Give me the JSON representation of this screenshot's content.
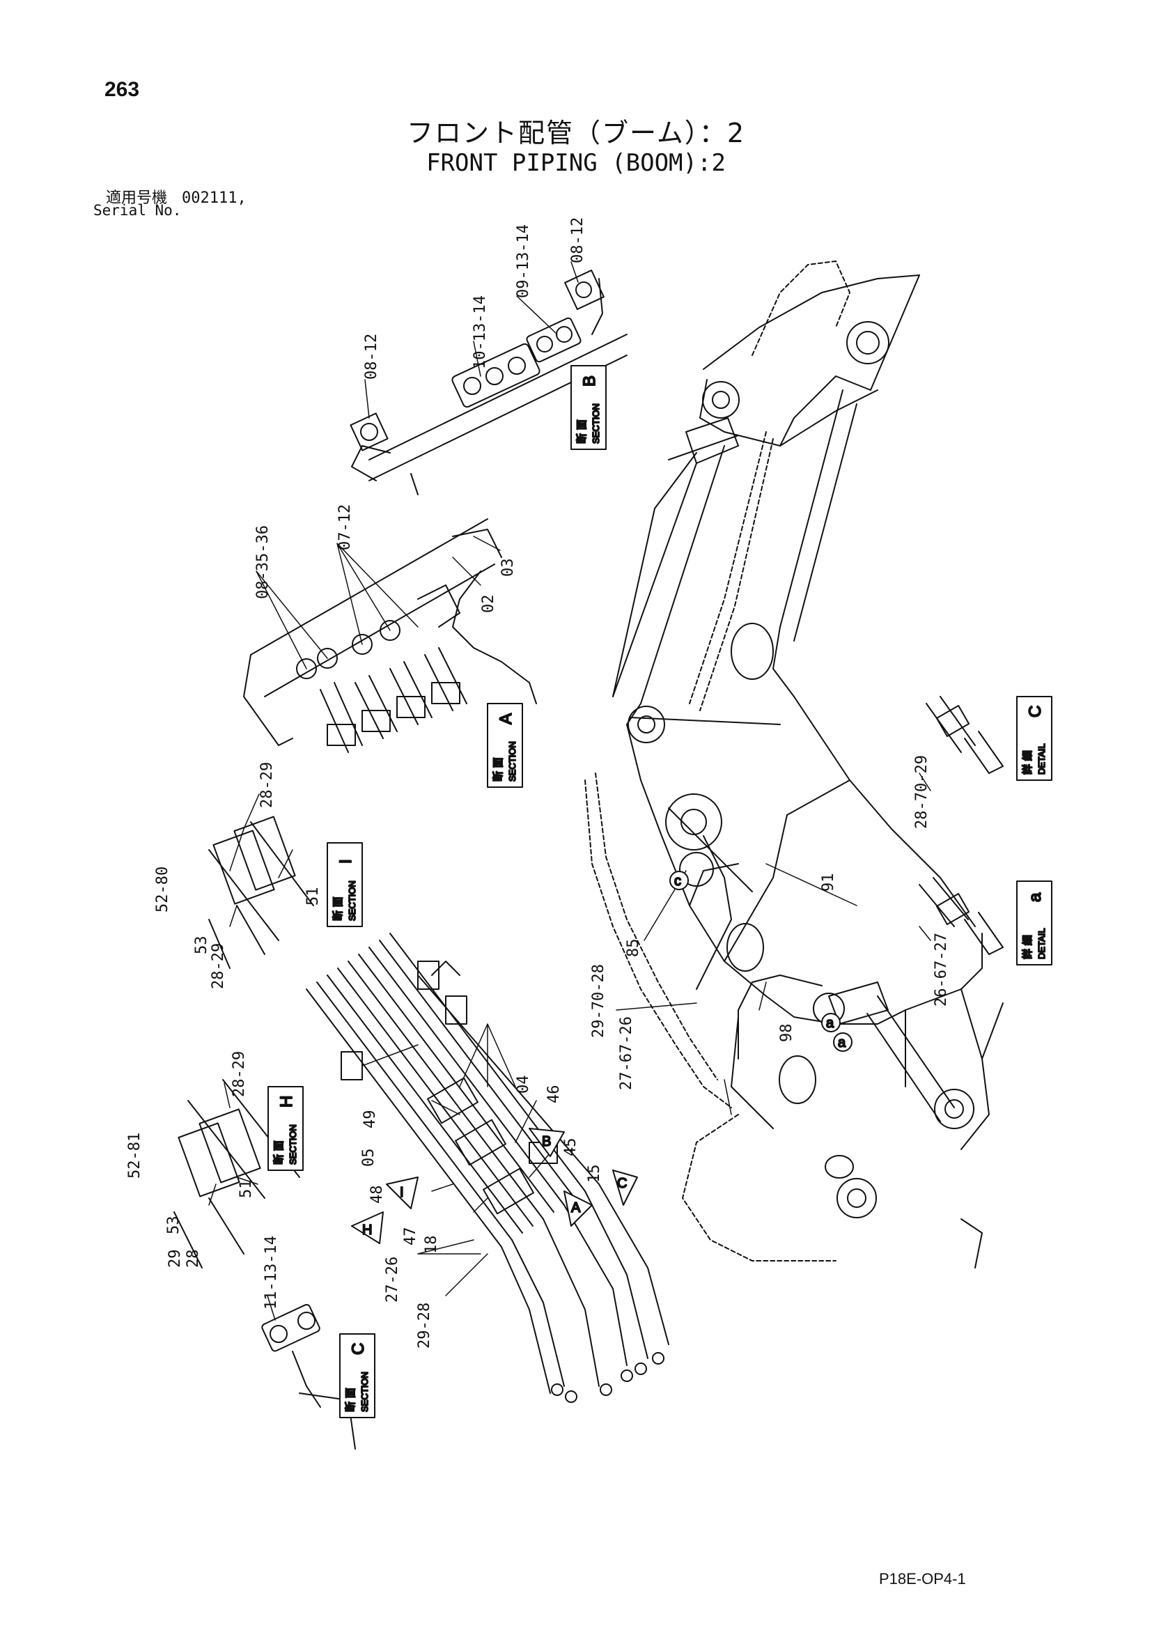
{
  "page_number": "263",
  "title_jp": "フロント配管（ブーム）：2",
  "title_en": "FRONT PIPING (BOOM):2",
  "serial": {
    "label_jp": "適用号機",
    "value": "002111,",
    "label_en": "Serial No."
  },
  "reference_code": "P18E-OP4-1",
  "section_boxes": [
    {
      "jp": "断 面",
      "en": "SECTION",
      "letter": "B"
    },
    {
      "jp": "断 面",
      "en": "SECTION",
      "letter": "A"
    },
    {
      "jp": "断 面",
      "en": "SECTION",
      "letter": "I"
    },
    {
      "jp": "断 面",
      "en": "SECTION",
      "letter": "H"
    },
    {
      "jp": "断 面",
      "en": "SECTION",
      "letter": "C"
    },
    {
      "jp": "詳 細",
      "en": "DETAIL",
      "letter": "C"
    },
    {
      "jp": "詳 細",
      "en": "DETAIL",
      "letter": "a"
    }
  ],
  "part_callouts": [
    "08-12",
    "10-13-14",
    "09-13-14",
    "08-12",
    "08-35-36",
    "07-12",
    "02",
    "03",
    "28-29",
    "52-80",
    "51",
    "53",
    "28-29",
    "28-29",
    "52-81",
    "51",
    "53",
    "29",
    "28",
    "11-13-14",
    "04",
    "49",
    "05",
    "46",
    "45",
    "15",
    "48",
    "47",
    "18",
    "27-26",
    "29-28",
    "91",
    "85",
    "29-70-28",
    "98",
    "27-67-26",
    "28-70-29",
    "26-67-27"
  ],
  "view_markers": [
    "B",
    "C",
    "A",
    "H",
    "I"
  ],
  "detail_markers": [
    "c",
    "a"
  ]
}
